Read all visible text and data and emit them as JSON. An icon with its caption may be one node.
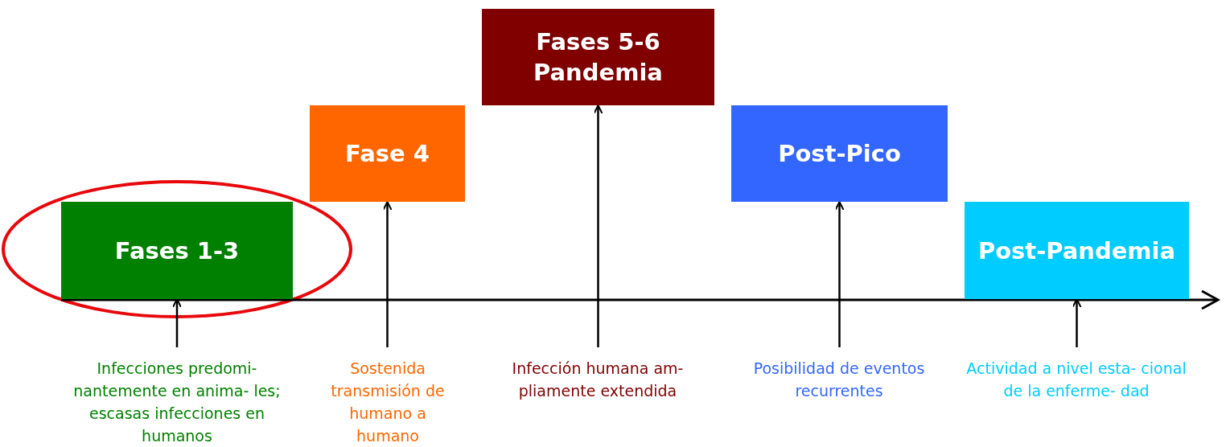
{
  "diagram": {
    "nodes": [
      {
        "text": [
          "Fases 1-3"
        ]
      },
      {
        "text": [
          "Fase 4"
        ]
      },
      {
        "text": [
          "Fases 5-6 Pandemia"
        ]
      },
      {
        "text": [
          "Post-Pico"
        ]
      },
      {
        "text": [
          "Post-Pandemia"
        ]
      },
      {
        "text": [
          "Infecciones predomi- nantemente en anima- les; escasas infecciones en humanos"
        ]
      },
      {
        "text": [
          "Sostenida transmisión de humano a humano"
        ]
      },
      {
        "text": [
          "Infección humana am- pliamente extendida"
        ]
      },
      {
        "text": [
          "Posibilidad de eventos recurrentes"
        ]
      },
      {
        "text": [
          "Actividad a nivel esta- cional de la enferme- dad"
        ]
      }
    ],
    "edges": [
      {
        "from": 5,
        "to": 0,
        "arrow": "to"
      },
      {
        "from": 6,
        "to": 1,
        "arrow": "to"
      },
      {
        "from": 7,
        "to": 2,
        "arrow": "to"
      },
      {
        "from": 8,
        "to": 3,
        "arrow": "to"
      },
      {
        "from": 9,
        "to": 4,
        "arrow": "to"
      }
    ]
  }
}
